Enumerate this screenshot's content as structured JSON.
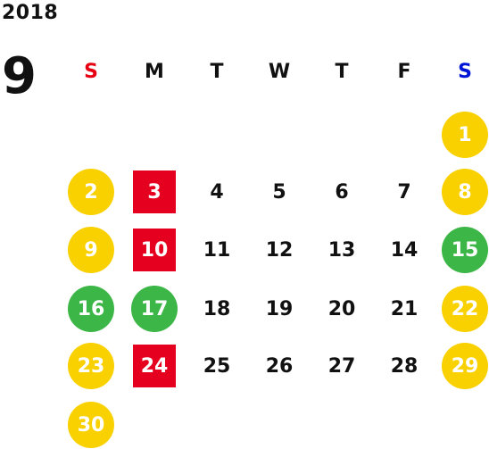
{
  "calendar": {
    "year": "2018",
    "month": "9",
    "weekdays": [
      {
        "label": "S",
        "color": "#e60012"
      },
      {
        "label": "M",
        "color": "#111111"
      },
      {
        "label": "T",
        "color": "#111111"
      },
      {
        "label": "W",
        "color": "#111111"
      },
      {
        "label": "T",
        "color": "#111111"
      },
      {
        "label": "F",
        "color": "#111111"
      },
      {
        "label": "S",
        "color": "#0015d6"
      }
    ],
    "colors": {
      "yellow": "#f9d100",
      "green": "#3db648",
      "red": "#e60020"
    },
    "days": [
      {
        "day": "1",
        "col": 6,
        "row": 0,
        "style": "yellow"
      },
      {
        "day": "2",
        "col": 0,
        "row": 1,
        "style": "yellow"
      },
      {
        "day": "3",
        "col": 1,
        "row": 1,
        "style": "red"
      },
      {
        "day": "4",
        "col": 2,
        "row": 1,
        "style": "plain"
      },
      {
        "day": "5",
        "col": 3,
        "row": 1,
        "style": "plain"
      },
      {
        "day": "6",
        "col": 4,
        "row": 1,
        "style": "plain"
      },
      {
        "day": "7",
        "col": 5,
        "row": 1,
        "style": "plain"
      },
      {
        "day": "8",
        "col": 6,
        "row": 1,
        "style": "yellow"
      },
      {
        "day": "9",
        "col": 0,
        "row": 2,
        "style": "yellow"
      },
      {
        "day": "10",
        "col": 1,
        "row": 2,
        "style": "red"
      },
      {
        "day": "11",
        "col": 2,
        "row": 2,
        "style": "plain"
      },
      {
        "day": "12",
        "col": 3,
        "row": 2,
        "style": "plain"
      },
      {
        "day": "13",
        "col": 4,
        "row": 2,
        "style": "plain"
      },
      {
        "day": "14",
        "col": 5,
        "row": 2,
        "style": "plain"
      },
      {
        "day": "15",
        "col": 6,
        "row": 2,
        "style": "green"
      },
      {
        "day": "16",
        "col": 0,
        "row": 3,
        "style": "green"
      },
      {
        "day": "17",
        "col": 1,
        "row": 3,
        "style": "green"
      },
      {
        "day": "18",
        "col": 2,
        "row": 3,
        "style": "plain"
      },
      {
        "day": "19",
        "col": 3,
        "row": 3,
        "style": "plain"
      },
      {
        "day": "20",
        "col": 4,
        "row": 3,
        "style": "plain"
      },
      {
        "day": "21",
        "col": 5,
        "row": 3,
        "style": "plain"
      },
      {
        "day": "22",
        "col": 6,
        "row": 3,
        "style": "yellow"
      },
      {
        "day": "23",
        "col": 0,
        "row": 4,
        "style": "yellow"
      },
      {
        "day": "24",
        "col": 1,
        "row": 4,
        "style": "red"
      },
      {
        "day": "25",
        "col": 2,
        "row": 4,
        "style": "plain"
      },
      {
        "day": "26",
        "col": 3,
        "row": 4,
        "style": "plain"
      },
      {
        "day": "27",
        "col": 4,
        "row": 4,
        "style": "plain"
      },
      {
        "day": "28",
        "col": 5,
        "row": 4,
        "style": "plain"
      },
      {
        "day": "29",
        "col": 6,
        "row": 4,
        "style": "yellow"
      },
      {
        "day": "30",
        "col": 0,
        "row": 5,
        "style": "yellow"
      }
    ]
  }
}
